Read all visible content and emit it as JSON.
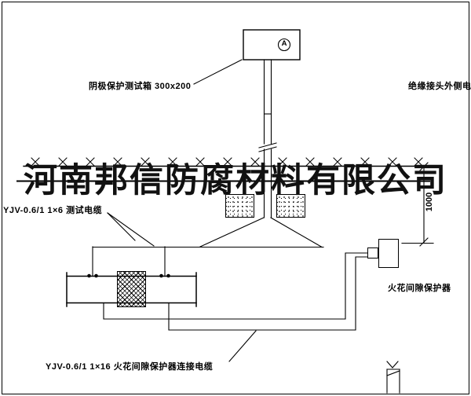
{
  "watermark": {
    "text": "河南邦信防腐材料有限公司"
  },
  "labels": {
    "test_box": "阴极保护测试箱 300x200",
    "right_edge_cable": "绝缘接头外侧电缆",
    "test_cable": "YJV-0.6/1 1×6  测试电缆",
    "spark_gap_device": "火花间隙保护器",
    "spark_gap_cable": "YJV-0.6/1 1×16  火花间隙保护器连接电缆",
    "dimension_value": "1000",
    "meter_symbol": "A"
  },
  "colors": {
    "line": "#000000",
    "background": "#ffffff"
  }
}
